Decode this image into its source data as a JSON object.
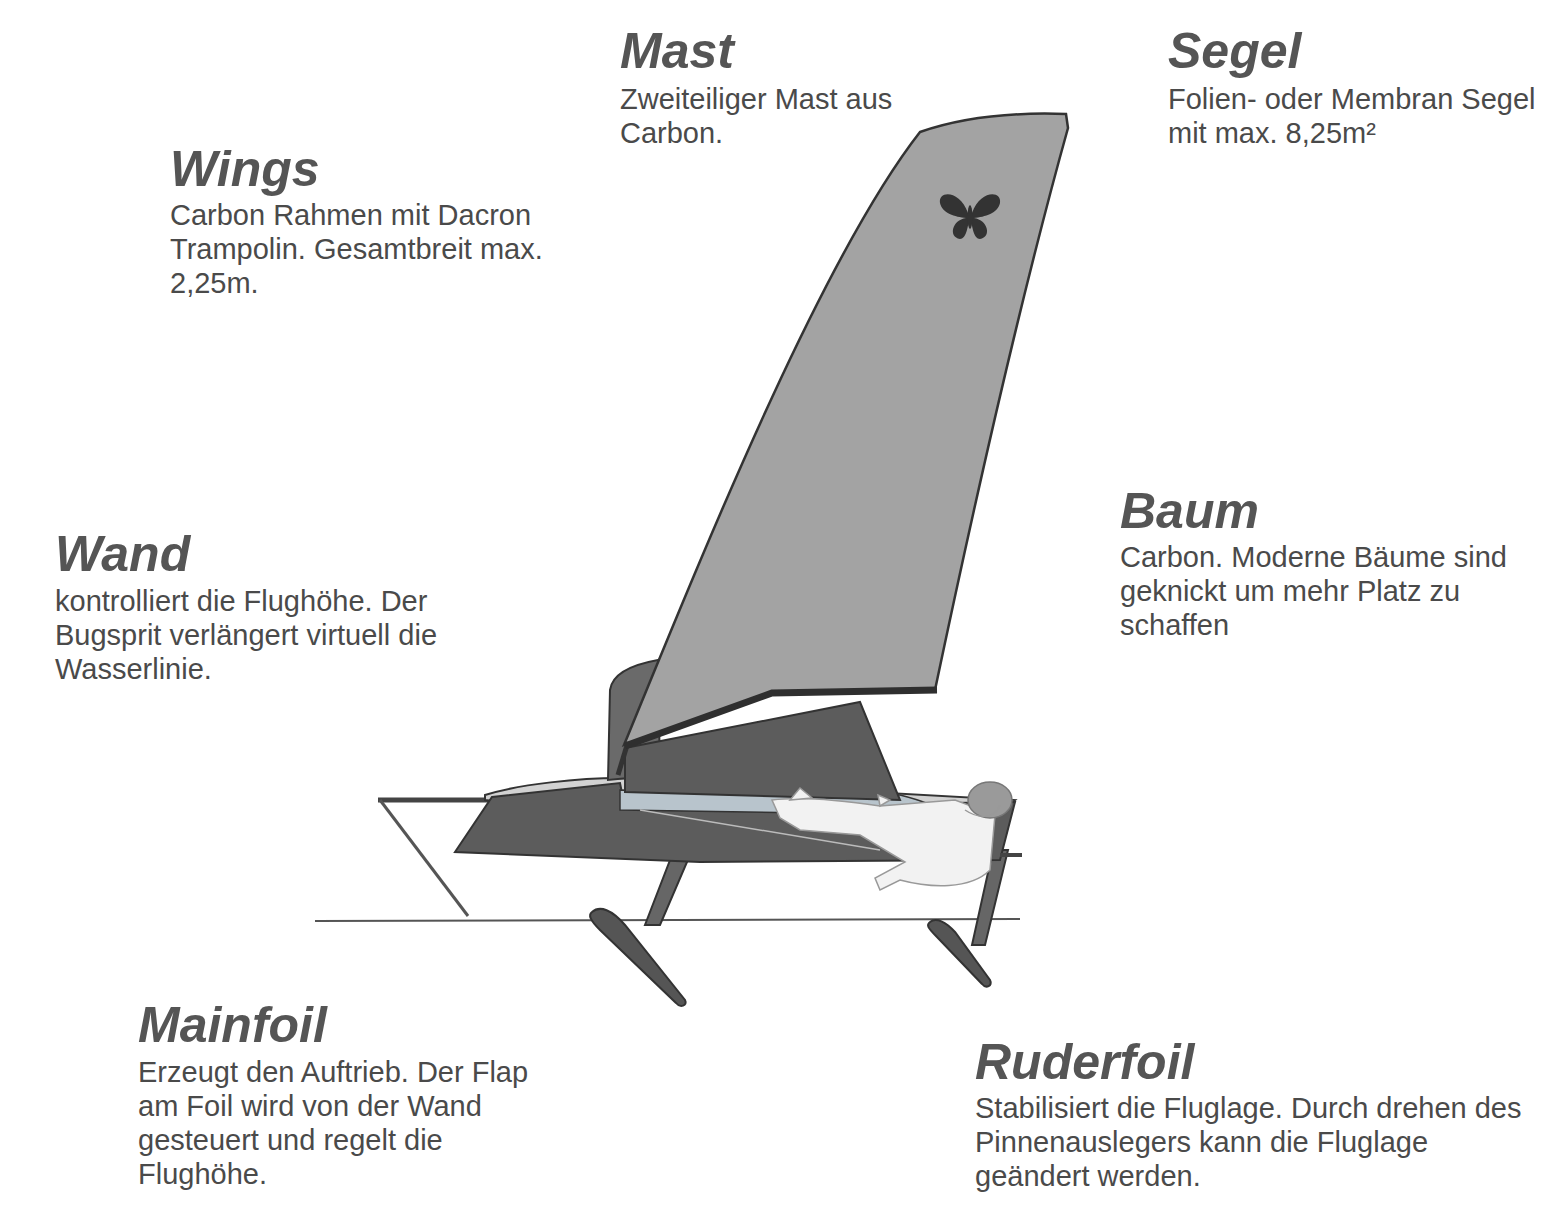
{
  "diagram": {
    "labels": [
      "Mast",
      "Zweiteiliger Mast aus Carbon.",
      "Segel",
      "Folien- oder Membran Segel mit max. 8,25m²",
      "Wings",
      "Carbon Rahmen mit Dacron Trampolin. Gesamtbreit max. 2,25m.",
      "Wand",
      "kontrolliert die Flughöhe. Der Bugsprit verlängert virtuell die Wasserlinie.",
      "Baum",
      "Carbon. Moderne Bäume sind geknickt um mehr Platz zu schaffen",
      "Mainfoil",
      "Erzeugt den Auftrieb. Der Flap am Foil wird von der Wand gesteuert und regelt die Flughöhe.",
      "Ruderfoil",
      "Stabilisiert die Fluglage. Durch drehen des Pinnenauslegers kann die Fluglage geändert werden."
    ]
  }
}
